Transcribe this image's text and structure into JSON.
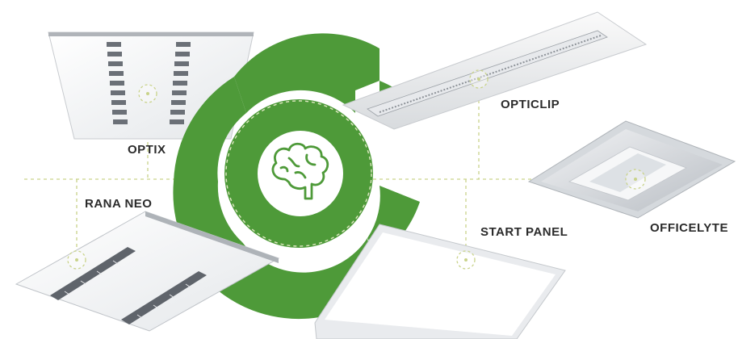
{
  "products": [
    {
      "id": "optix",
      "label": "OPTIX"
    },
    {
      "id": "opticlip",
      "label": "OPTICLIP"
    },
    {
      "id": "rana-neo",
      "label": "RANA NEO"
    },
    {
      "id": "start-panel",
      "label": "START PANEL"
    },
    {
      "id": "officelyte",
      "label": "OFFICELYTE"
    }
  ],
  "center_icon": "brain-icon",
  "colors": {
    "accent_green": "#4e9a39",
    "dashed_line": "#c9d38a",
    "label_text": "#2b2b2b",
    "panel_white": "#f4f5f6",
    "panel_edge": "#c8cbcf"
  }
}
